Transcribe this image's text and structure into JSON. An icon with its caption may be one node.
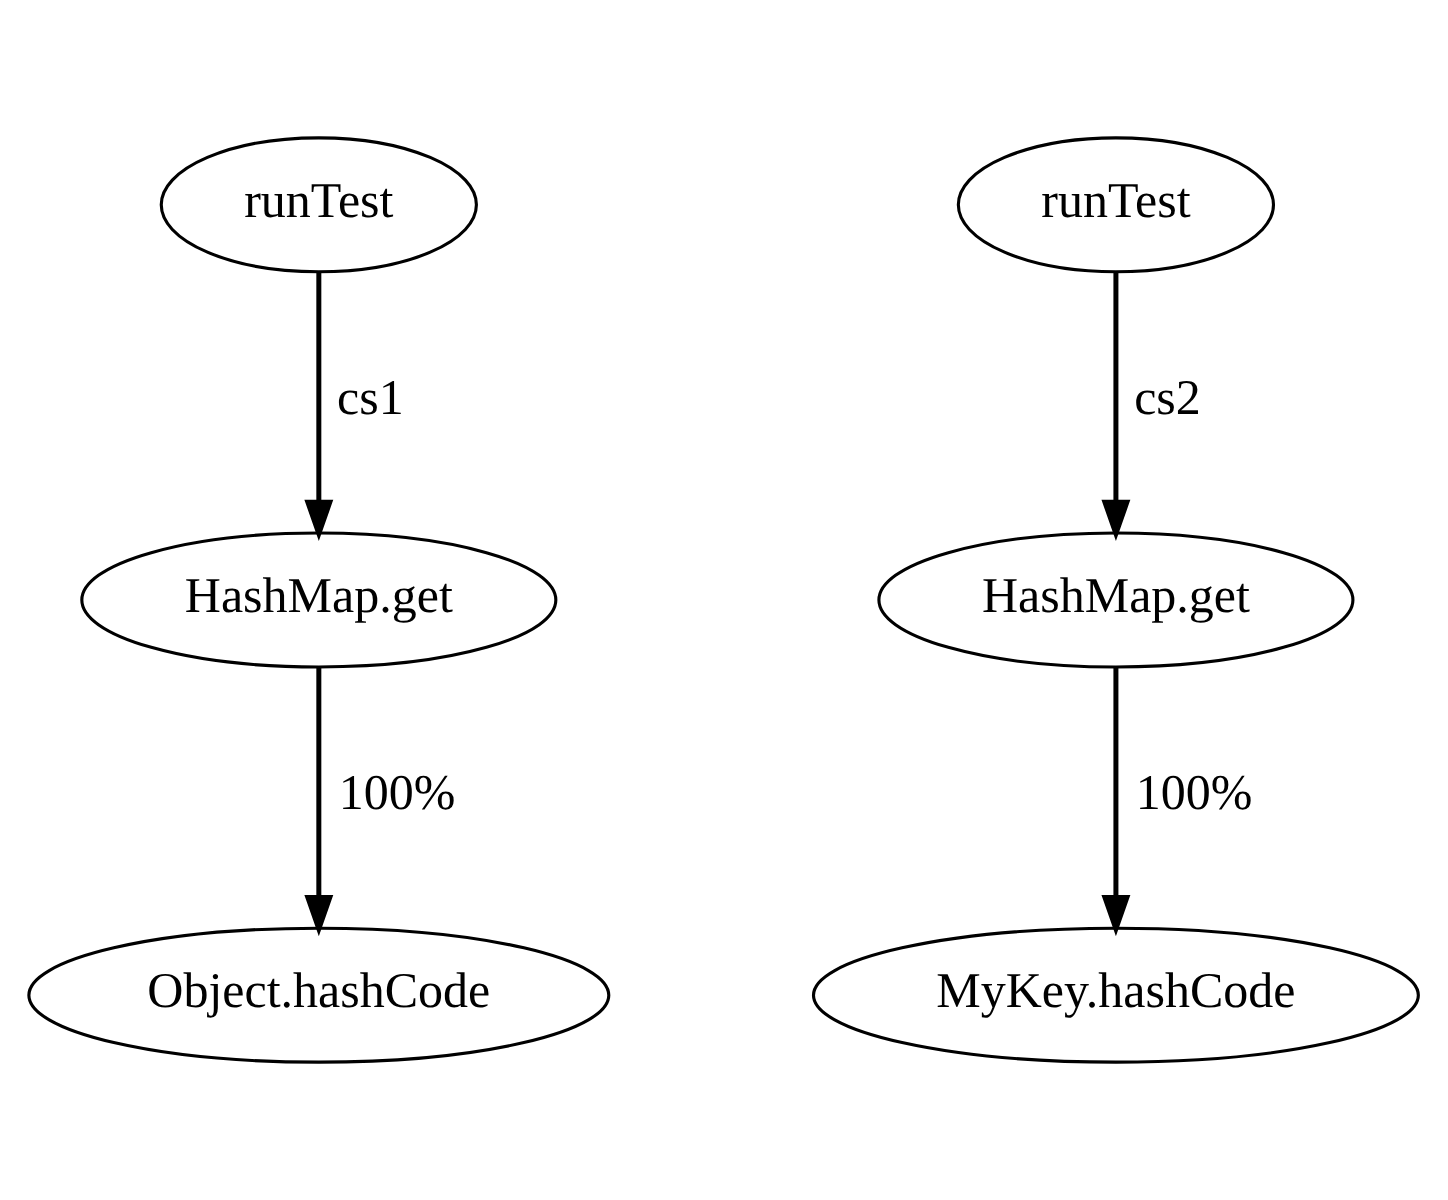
{
  "diagram": {
    "nodes": [
      {
        "text": [
          "runTest"
        ]
      },
      {
        "text": [
          "HashMap.get"
        ]
      },
      {
        "text": [
          "Object.hashCode"
        ]
      },
      {
        "text": [
          "runTest"
        ]
      },
      {
        "text": [
          "HashMap.get"
        ]
      },
      {
        "text": [
          "MyKey.hashCode"
        ]
      }
    ],
    "edges": [
      {
        "from": 0,
        "to": 1,
        "arrow": "to",
        "label": "cs1"
      },
      {
        "from": 1,
        "to": 2,
        "arrow": "to",
        "label": "100%"
      },
      {
        "from": 3,
        "to": 4,
        "arrow": "to",
        "label": "cs2"
      },
      {
        "from": 4,
        "to": 5,
        "arrow": "to",
        "label": "100%"
      }
    ]
  }
}
